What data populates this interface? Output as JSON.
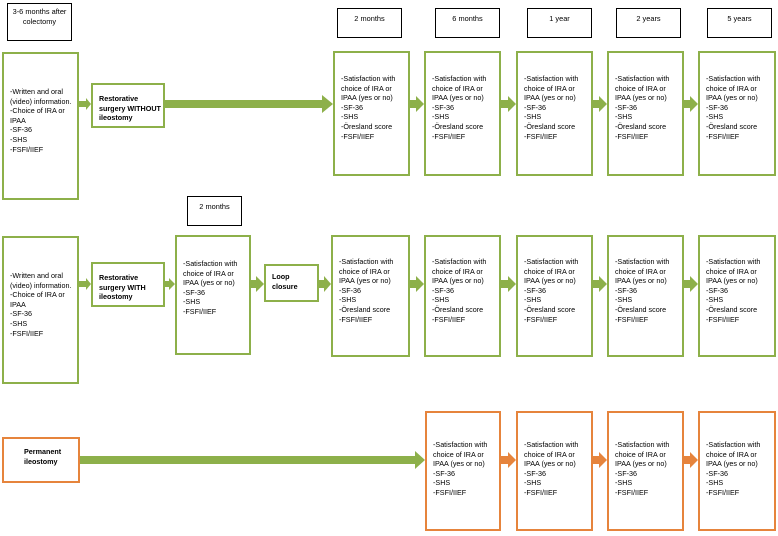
{
  "timepoint_labels": {
    "colectomy": "3-6 months after\ncolectomy",
    "m2": "2 months",
    "m6": "6 months",
    "y1": "1 year",
    "y2": "2 years",
    "y5": "5 years",
    "m2_row2": "2 months"
  },
  "baseline_text": "-Written and oral\n(video) information.\n-Choice of IRA or\nIPAA\n-SF-36\n-SHS\n-FSFI/IIEF",
  "assessment_full": "-Satisfaction with\nchoice of IRA or\nIPAA (yes or no)\n-SF-36\n-SHS\n-Öresland score\n-FSFI/IIEF",
  "assessment_short": "-Satisfaction with\nchoice of IRA or\nIPAA (yes or no)\n-SF-36\n-SHS\n-FSFI/IIEF",
  "procedures": {
    "without": "Restorative\nsurgery WITHOUT\nileostomy",
    "with": "Restorative\nsurgery WITH\nileostomy",
    "loop": "Loop\nclosure",
    "permanent": "Permanent\nileostomy"
  },
  "colors": {
    "green": "#8db04a",
    "orange": "#e6843c"
  }
}
